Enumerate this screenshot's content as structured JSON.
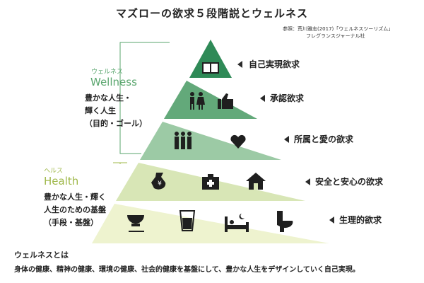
{
  "title": "マズローの欲求５段階説とウェルネス",
  "source": {
    "line1": "参照：荒川雅志(2017)「ウェルネスツーリズム」",
    "line2": "フレグランスジャーナル社"
  },
  "levels": [
    {
      "label": "自己実現欲求",
      "color": "#2f8a57",
      "icons": [
        "book-icon"
      ]
    },
    {
      "label": "承認欲求",
      "color": "#63a97a",
      "icons": [
        "people-icon",
        "thumbs-up-icon"
      ]
    },
    {
      "label": "所属と愛の欲求",
      "color": "#9ccaa5",
      "icons": [
        "group-icon",
        "heart-icon"
      ]
    },
    {
      "label": "安全と安心の欲求",
      "color": "#d8e6b6",
      "icons": [
        "money-bag-icon",
        "first-aid-kit-icon",
        "house-icon"
      ]
    },
    {
      "label": "生理的欲求",
      "color": "#eef3cf",
      "icons": [
        "rice-bowl-icon",
        "glass-icon",
        "bed-icon",
        "toilet-icon"
      ]
    }
  ],
  "groups": {
    "wellness": {
      "kana": "ウェルネス",
      "english": "Wellness",
      "desc": [
        "豊かな人生・",
        "輝く人生",
        "（目的・ゴール）"
      ],
      "accent": "#5aa66e"
    },
    "health": {
      "kana": "ヘルス",
      "english": "Health",
      "desc": [
        "豊かな人生・輝く",
        "人生のための基盤",
        "（手段・基盤）"
      ],
      "accent": "#9fb84a"
    }
  },
  "footer": {
    "heading": "ウェルネスとは",
    "body": "身体の健康、精神の健康、環境の健康、社会的健康を基盤にして、豊かな人生をデザインしていく自己実現。"
  }
}
